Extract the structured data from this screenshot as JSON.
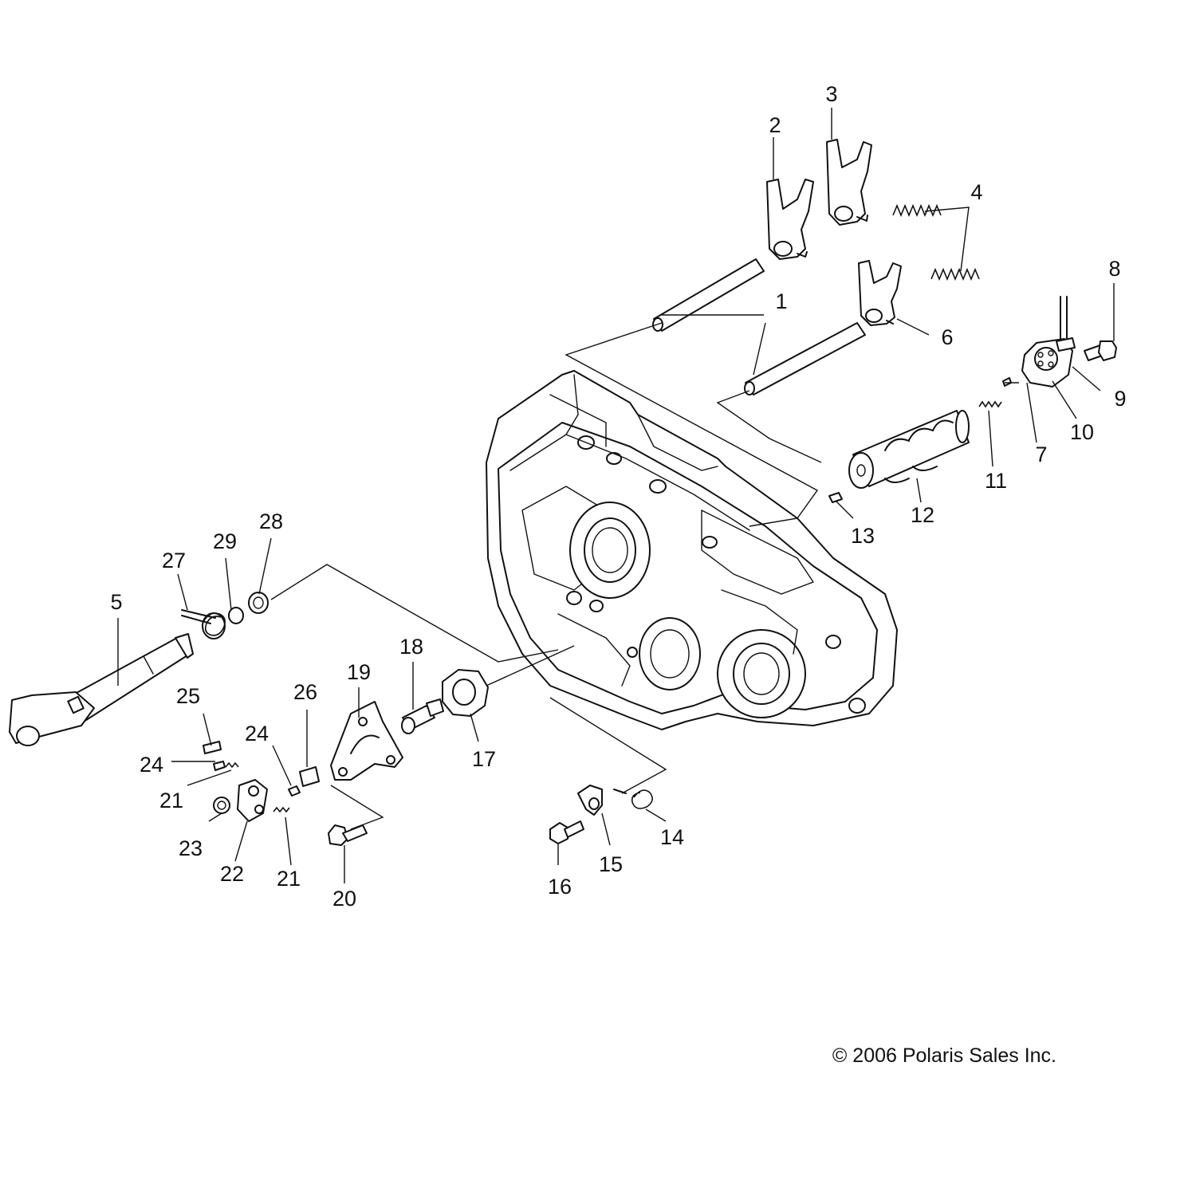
{
  "diagram": {
    "copyright": "© 2006 Polaris Sales Inc.",
    "callouts": {
      "c1": "1",
      "c2": "2",
      "c3": "3",
      "c4": "4",
      "c5": "5",
      "c6": "6",
      "c7": "7",
      "c8": "8",
      "c9": "9",
      "c10": "10",
      "c11": "11",
      "c12": "12",
      "c13": "13",
      "c14": "14",
      "c15": "15",
      "c16": "16",
      "c17": "17",
      "c18": "18",
      "c19": "19",
      "c20": "20",
      "c21a": "21",
      "c21b": "21",
      "c22": "22",
      "c23": "23",
      "c24a": "24",
      "c24b": "24",
      "c25": "25",
      "c26": "26",
      "c27": "27",
      "c28": "28",
      "c29": "29"
    }
  }
}
